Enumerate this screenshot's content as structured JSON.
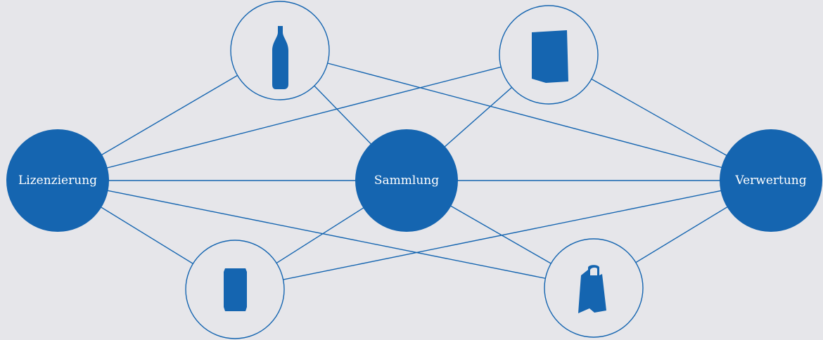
{
  "colors": {
    "background": "#e6e6ea",
    "accent": "#1565b0",
    "hub_text": "#ffffff"
  },
  "hubs": {
    "licensing": {
      "label": "Lizenzierung"
    },
    "collection": {
      "label": "Sammlung"
    },
    "recycling": {
      "label": "Verwertung"
    }
  },
  "packaging_items": [
    {
      "id": "bottle",
      "icon": "bottle-icon"
    },
    {
      "id": "carton",
      "icon": "carton-icon"
    },
    {
      "id": "can",
      "icon": "can-icon"
    },
    {
      "id": "bag",
      "icon": "plastic-bag-icon"
    }
  ]
}
